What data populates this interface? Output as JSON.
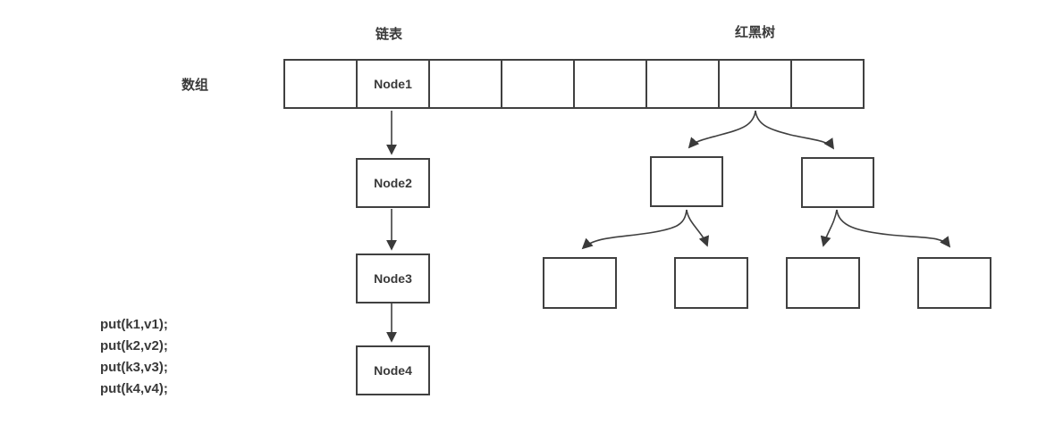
{
  "labels": {
    "array": "数组",
    "linked_list": "链表",
    "red_black_tree": "红黑树"
  },
  "array": {
    "cells": [
      "",
      "Node1",
      "",
      "",
      "",
      "",
      "",
      ""
    ]
  },
  "linked_list_nodes": {
    "node2": "Node2",
    "node3": "Node3",
    "node4": "Node4"
  },
  "code_lines": {
    "line1": "put(k1,v1);",
    "line2": "put(k2,v2);",
    "line3": "put(k3,v3);",
    "line4": "put(k4,v4);"
  },
  "colors": {
    "stroke": "#404040",
    "text": "#3a3a3a",
    "background": "#ffffff"
  }
}
